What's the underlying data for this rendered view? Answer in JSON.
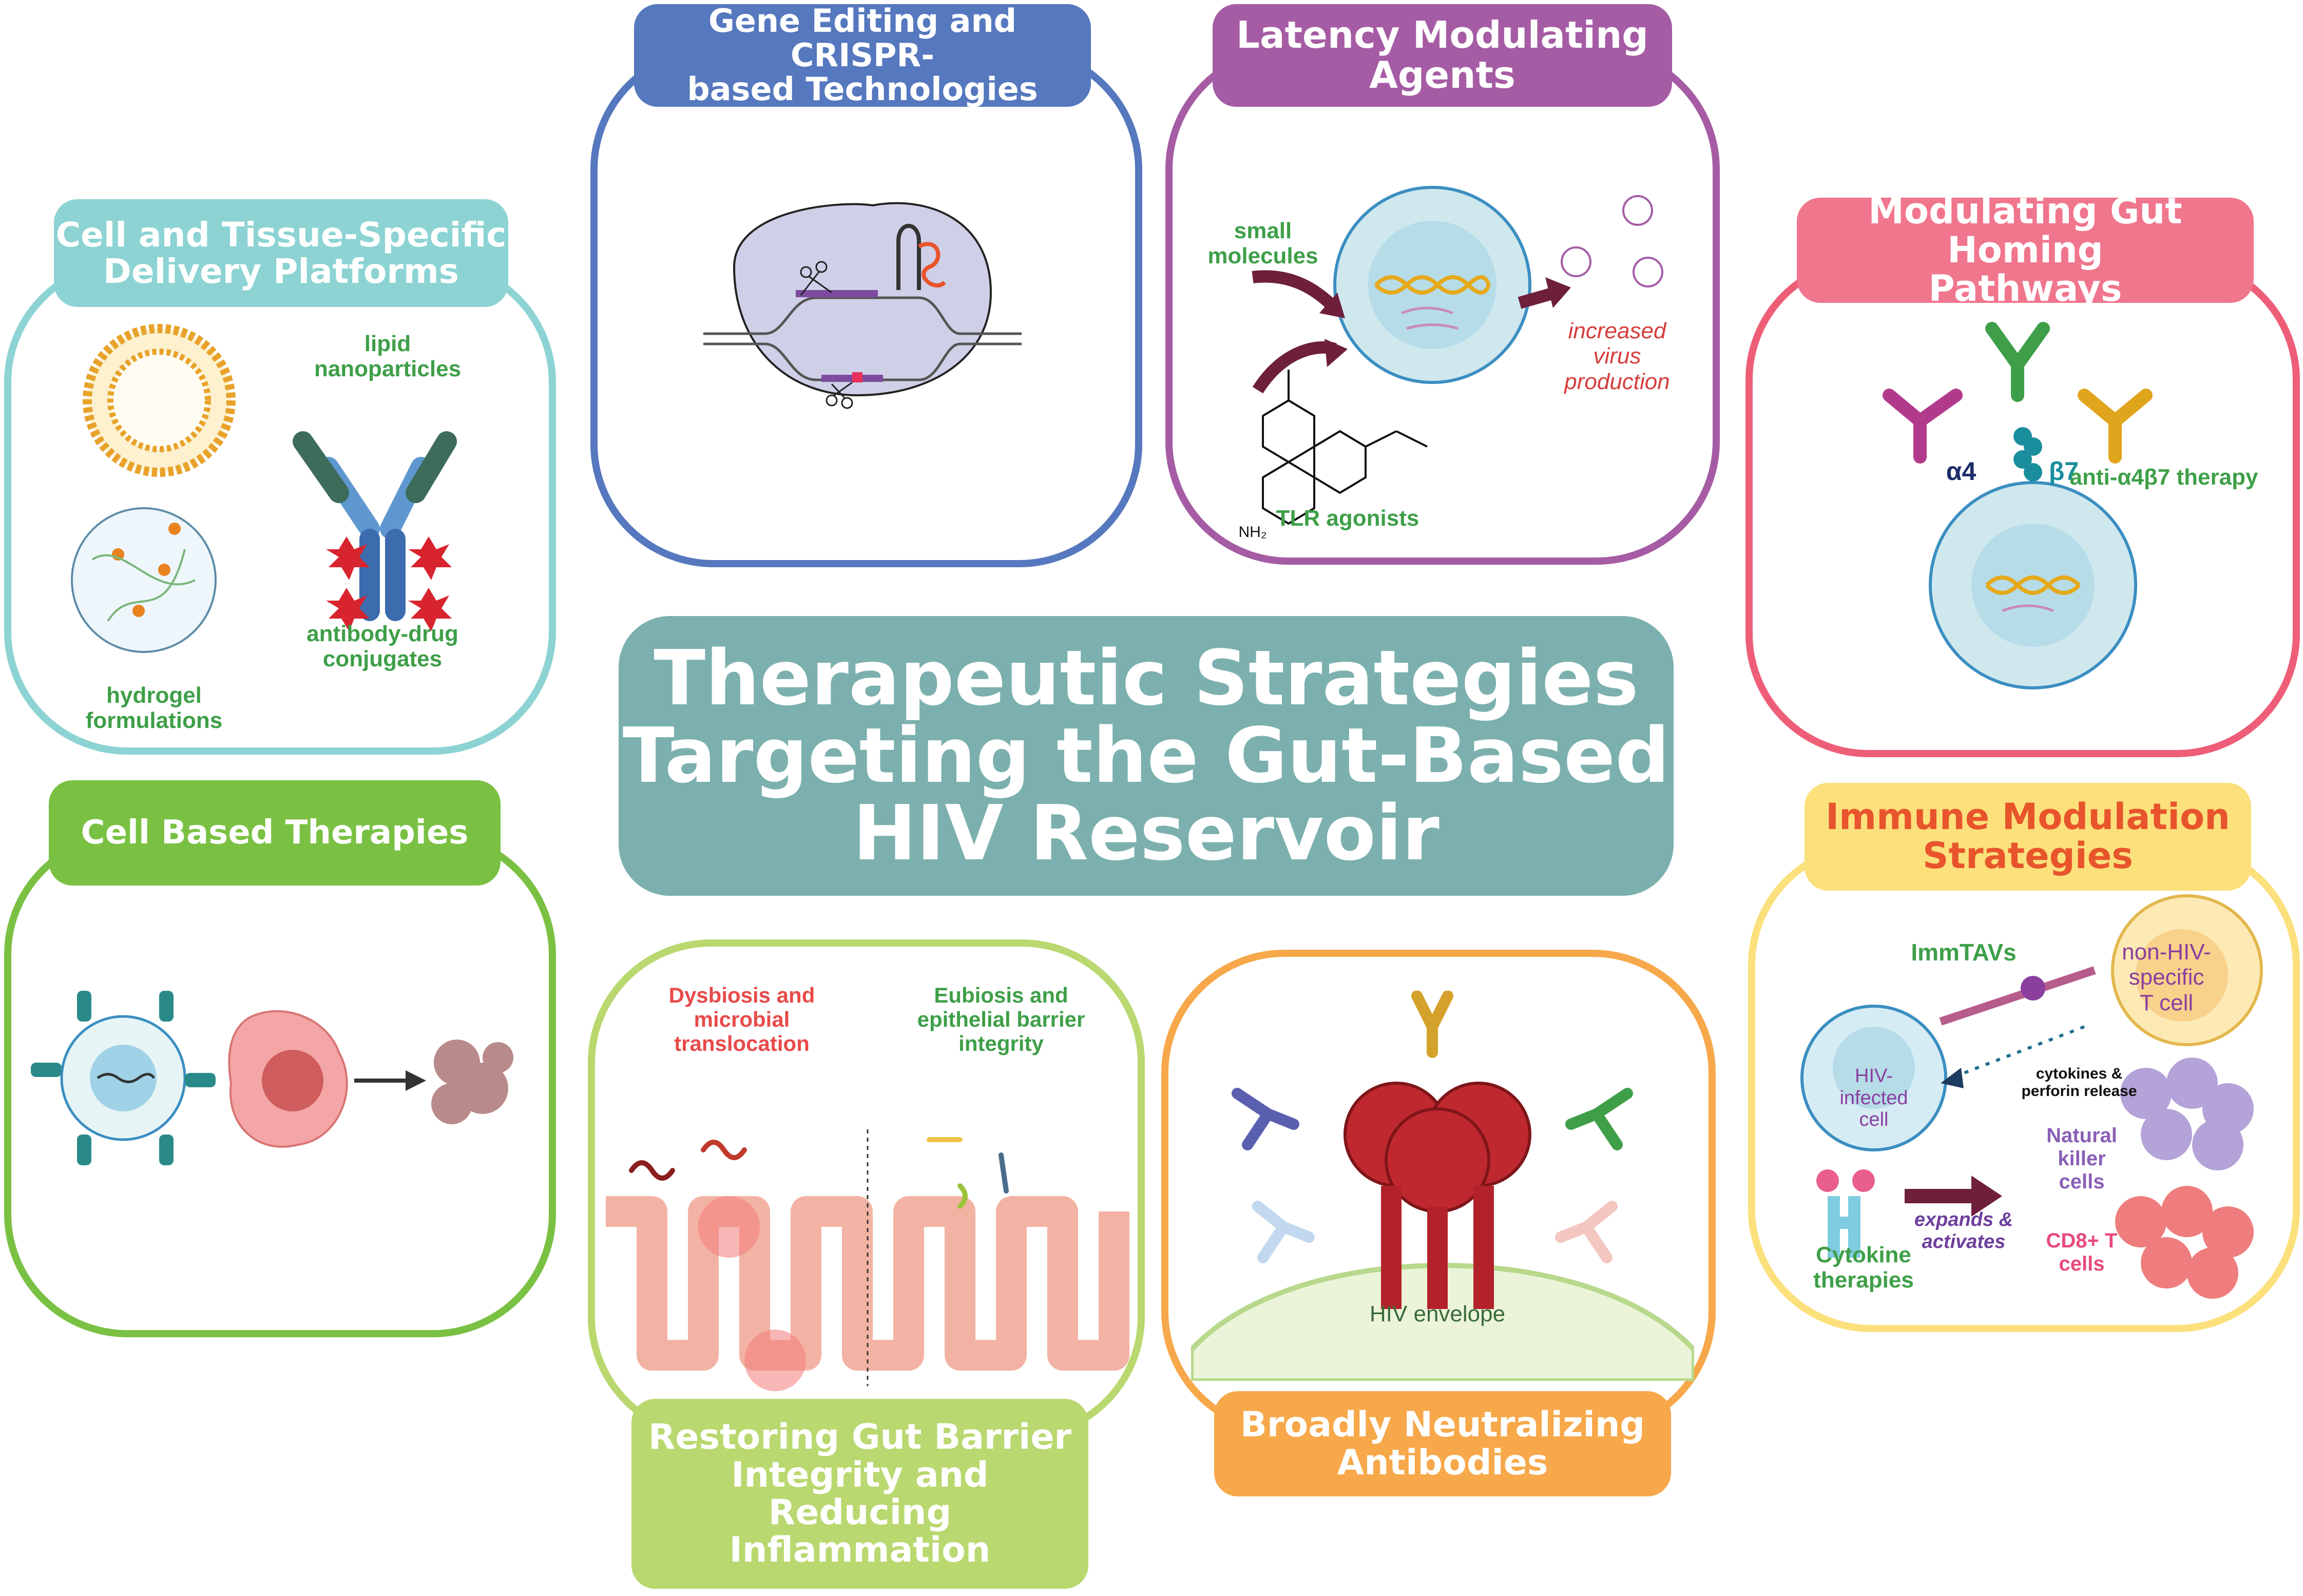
{
  "center": {
    "title": "Therapeutic Strategies\nTargeting the Gut-Based\nHIV Reservoir"
  },
  "panels": {
    "gene_editing": {
      "title": "Gene Editing and CRISPR-\nbased Technologies",
      "color": "#5578be"
    },
    "latency": {
      "title": "Latency Modulating\nAgents",
      "color": "#a55ca4",
      "small_molecules": "small\nmolecules",
      "increased_virus": "increased\nvirus\nproduction",
      "tlr": "TLR agonists",
      "nh2": "NH₂"
    },
    "gut_homing": {
      "title": "Modulating Gut Homing\nPathways",
      "color": "#ee5e78",
      "alpha4": "α4",
      "beta7": "β7",
      "therapy": "anti-α4β7 therapy"
    },
    "delivery": {
      "title": "Cell and Tissue-Specific\nDelivery Platforms",
      "color": "#8dd3d3",
      "lipid": "lipid\nnanoparticles",
      "adc": "antibody-drug\nconjugates",
      "hydrogel": "hydrogel\nformulations"
    },
    "cell_based": {
      "title": "Cell Based Therapies",
      "color": "#7ac143"
    },
    "gut_barrier": {
      "title": "Restoring Gut Barrier\nIntegrity and\nReducing\nInflammation",
      "color": "#b9d86f",
      "dysbiosis": "Dysbiosis and\nmicrobial\ntranslocation",
      "eubiosis": "Eubiosis and\nepithelial barrier\nintegrity"
    },
    "bnab": {
      "title": "Broadly Neutralizing\nAntibodies",
      "color": "#f7a84a",
      "envelope": "HIV envelope"
    },
    "immune": {
      "title": "Immune Modulation\nStrategies",
      "color": "#fbe07c",
      "title_color": "#e8542b",
      "immtavs": "ImmTAVs",
      "non_hiv": "non-HIV-\nspecific\nT cell",
      "cytokines_release": "cytokines &\nperforin release",
      "hiv_infected": "HIV-\ninfected\ncell",
      "nk": "Natural\nkiller\ncells",
      "expands": "expands &\nactivates",
      "cd8": "CD8+ T\ncells",
      "cytokine_therapies": "Cytokine\ntherapies"
    }
  }
}
